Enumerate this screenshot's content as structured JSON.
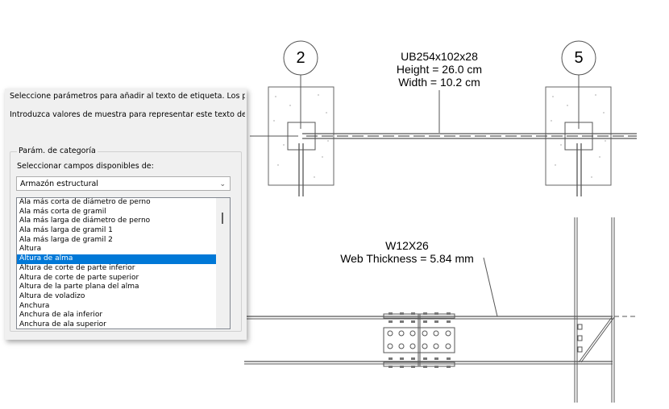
{
  "dialog": {
    "instruction_1": "Seleccione parámetros para añadir al texto de etiqueta. Los paráme",
    "instruction_2": "Introduzca valores de muestra para representar este texto de etiqu",
    "group_title": "Parám. de categoría",
    "fields_label": "Seleccionar campos disponibles de:",
    "category_select": {
      "value": "Armazón estructural",
      "icon": "chevron-down-icon"
    },
    "parameters": [
      "Ala más corta de diámetro de perno",
      "Ala más corta de gramil",
      "Ala más larga de diámetro de perno",
      "Ala más larga de gramil 1",
      "Ala más larga de gramil 2",
      "Altura",
      "Altura de alma",
      "Altura de corte de parte inferior",
      "Altura de corte de parte superior",
      "Altura de la parte plana del alma",
      "Altura de voladizo",
      "Anchura",
      "Anchura de ala inferior",
      "Anchura de ala superior"
    ],
    "selected_index": 6
  },
  "drawing": {
    "grid_left": "2",
    "grid_right": "5",
    "top_tag": [
      "UB254x102x28",
      "Height = 26.0 cm",
      "Width = 10.2 cm"
    ],
    "bottom_tag": [
      "W12X26",
      "Web Thickness = 5.84 mm"
    ]
  },
  "colors": {
    "selection": "#0078d7",
    "dialog_bg": "#f0f0f0"
  }
}
